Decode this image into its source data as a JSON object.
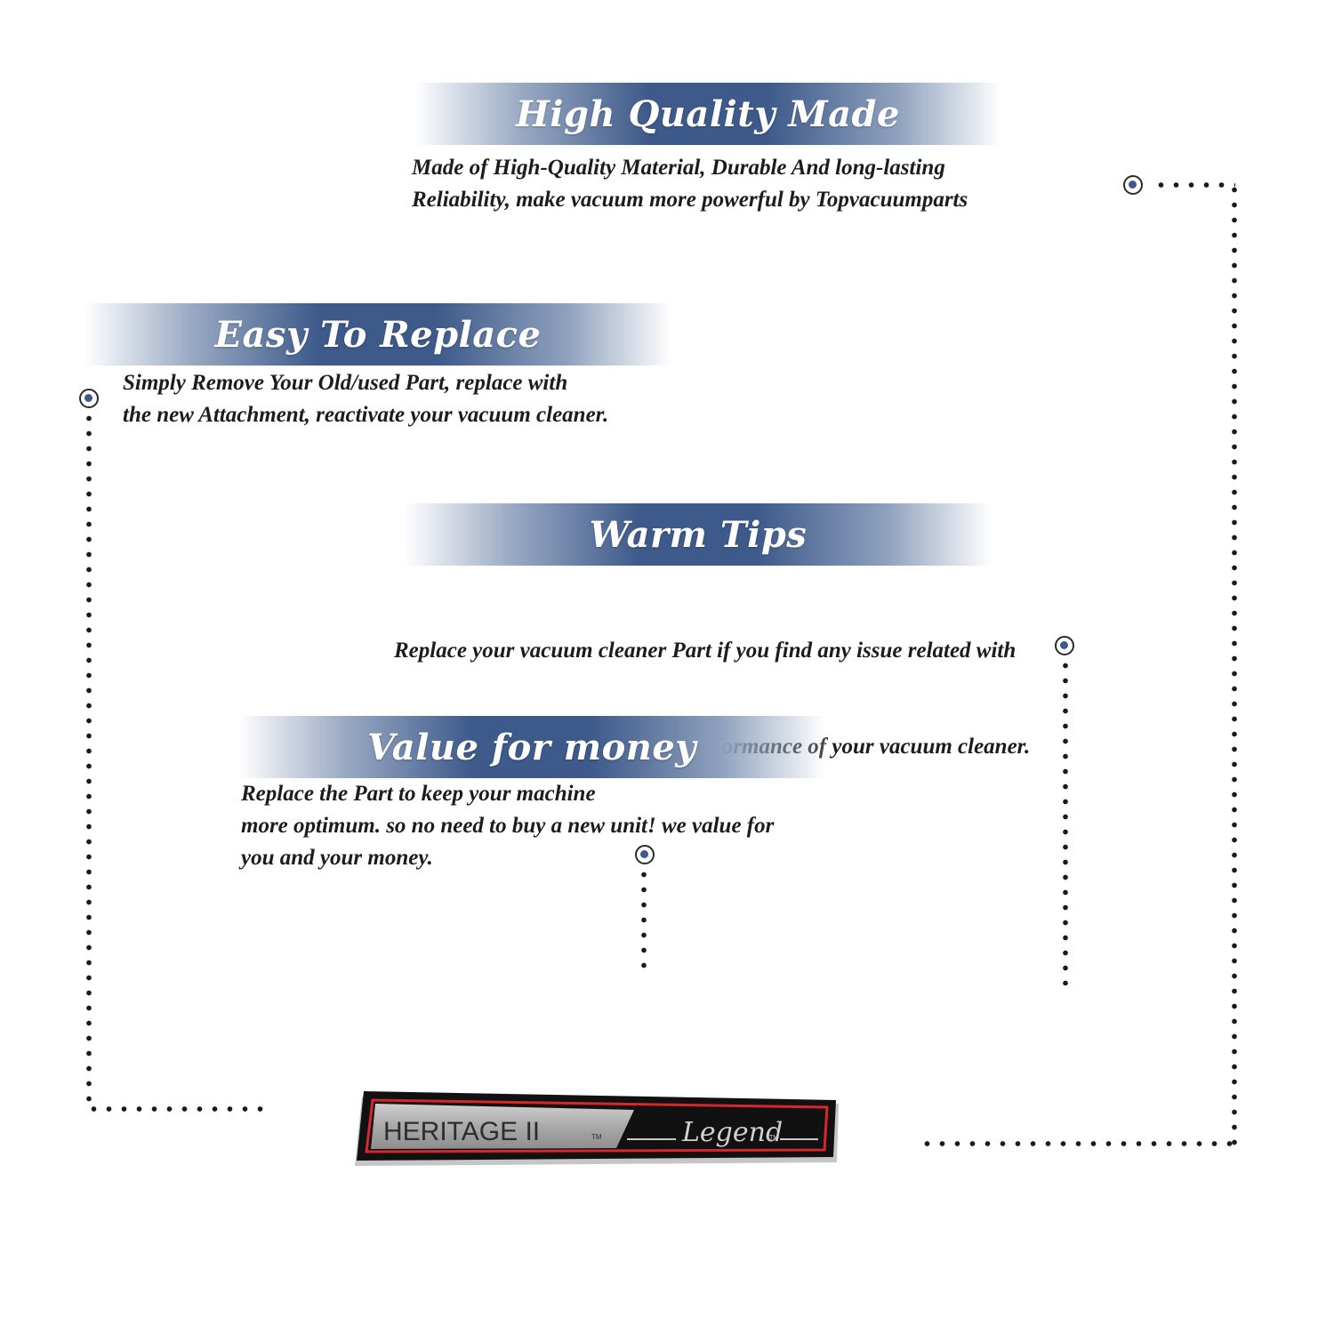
{
  "sections": {
    "high_quality": {
      "title": "High Quality Made",
      "lines": [
        "Made of  High-Quality Material, Durable And long-lasting",
        "Reliability, make vacuum more powerful by Topvacuumparts"
      ]
    },
    "easy_replace": {
      "title": "Easy To Replace",
      "lines": [
        "Simply Remove Your Old/used Part, replace with",
        "the new Attachment, reactivate your vacuum cleaner."
      ]
    },
    "warm_tips": {
      "title": "Warm Tips",
      "lines": [
        "Replace your vacuum cleaner Part if you find any issue related with",
        " attachment to ensure optimum performance of your vacuum cleaner."
      ]
    },
    "value_money": {
      "title": "Value for money",
      "lines": [
        "Replace the Part to keep your machine",
        "more optimum. so no need to buy a new unit! we value for",
        "you and your money."
      ]
    }
  },
  "product_badge": {
    "brand": "HERITAGE II",
    "brand_tm": "TM",
    "model": "Legend",
    "model_tm": "TM"
  },
  "colors": {
    "banner_blue": "#3d5a8a",
    "bullet_fill": "#3d5a8a",
    "badge_red": "#d8262c",
    "badge_black": "#111111",
    "badge_silver": "#a8a8a8"
  }
}
